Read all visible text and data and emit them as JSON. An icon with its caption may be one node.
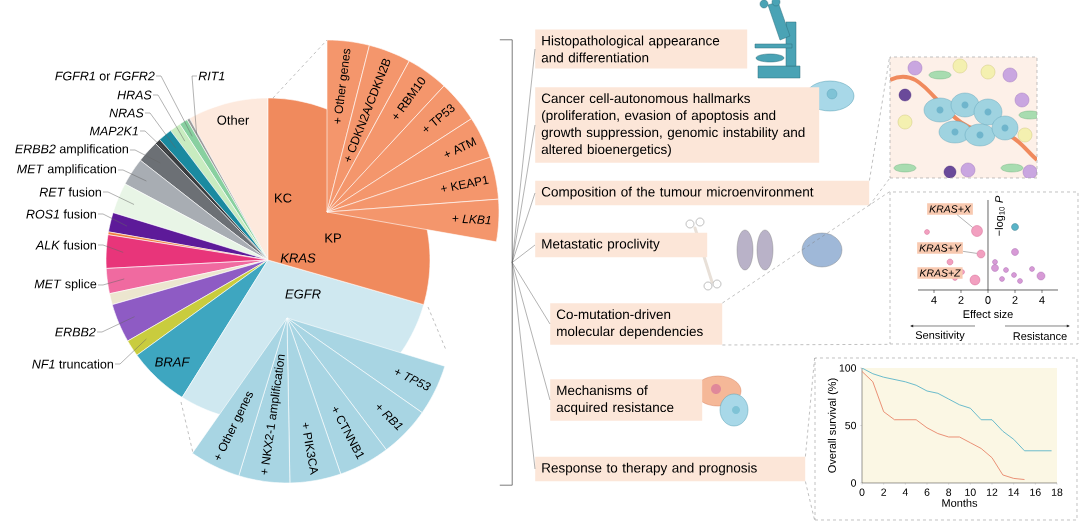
{
  "diagram": {
    "nodes": [
      {
        "text": [
          "*FGFR1* or *FGFR2*"
        ]
      },
      {
        "text": [
          "RIT1"
        ]
      },
      {
        "text": [
          "HRAS"
        ]
      },
      {
        "text": [
          "NRAS"
        ]
      },
      {
        "text": [
          "MAP2K1"
        ]
      },
      {
        "text": [
          "*ERBB2* amplification"
        ]
      },
      {
        "text": [
          "*MET* amplification"
        ]
      },
      {
        "text": [
          "*RET* fusion"
        ]
      },
      {
        "text": [
          "*ROS1* fusion"
        ]
      },
      {
        "text": [
          "*ALK* fusion"
        ]
      },
      {
        "text": [
          "*MET* splice"
        ]
      },
      {
        "text": [
          "ERBB2"
        ]
      },
      {
        "text": [
          "*NF1* truncation"
        ]
      },
      {
        "text": [
          "Histopathological appearance and differentiation"
        ]
      },
      {
        "text": [
          "Cancer cell-autonomous hallmarks (proliferation, evasion of apoptosis and growth suppression, genomic instability and altered bioenergetics)"
        ]
      },
      {
        "text": [
          "Composition of the tumour microenvironment"
        ]
      },
      {
        "text": [
          "Metastatic proclivity"
        ]
      },
      {
        "text": [
          "Co-mutation-driven molecular dependencies"
        ]
      },
      {
        "text": [
          "Mechanisms of acquired resistance"
        ]
      },
      {
        "text": [
          "Response to therapy and prognosis"
        ]
      },
      {
        "text": [],
        "shape": "picture"
      },
      {
        "text": [],
        "shape": "picture"
      },
      {
        "text": [],
        "shape": "picture"
      },
      {
        "text": [
          "KRAS+X"
        ],
        "in": 21
      },
      {
        "text": [
          "KRAS+Y"
        ],
        "in": 21
      },
      {
        "text": [
          "KRAS+Z"
        ],
        "in": 21
      },
      {
        "text": [],
        "shape": "bar"
      },
      {
        "text": [],
        "shape": "circle",
        "in": 21
      },
      {
        "text": [],
        "shape": "circle",
        "in": 21
      }
    ],
    "edges": [
      {
        "from": 0,
        "to": null,
        "arrow": "none"
      },
      {
        "from": 1,
        "to": null,
        "arrow": "none"
      },
      {
        "from": 2,
        "to": null,
        "arrow": "none"
      },
      {
        "from": 3,
        "to": null,
        "arrow": "none"
      },
      {
        "from": 4,
        "to": null,
        "arrow": "none"
      },
      {
        "from": 5,
        "to": null,
        "arrow": "none"
      },
      {
        "from": 6,
        "to": null,
        "arrow": "none"
      },
      {
        "from": 7,
        "to": null,
        "arrow": "none"
      },
      {
        "from": 8,
        "to": null,
        "arrow": "none"
      },
      {
        "from": 9,
        "to": null,
        "arrow": "none"
      },
      {
        "from": 10,
        "to": null,
        "arrow": "none"
      },
      {
        "from": 11,
        "to": null,
        "arrow": "none"
      },
      {
        "from": 12,
        "to": null,
        "arrow": "none"
      },
      {
        "from": 26,
        "to": 13,
        "arrow": "none"
      },
      {
        "from": 26,
        "to": 14,
        "arrow": "none"
      },
      {
        "from": 26,
        "to": 15,
        "arrow": "none"
      },
      {
        "from": 26,
        "to": 16,
        "arrow": "none"
      },
      {
        "from": 26,
        "to": 17,
        "arrow": "none"
      },
      {
        "from": 26,
        "to": 18,
        "arrow": "none"
      },
      {
        "from": 26,
        "to": 19,
        "arrow": "none"
      },
      {
        "from": 15,
        "to": 20,
        "arrow": "none",
        "style": "dashed"
      },
      {
        "from": 17,
        "to": 21,
        "arrow": "none",
        "style": "dashed"
      },
      {
        "from": 19,
        "to": 22,
        "arrow": "none",
        "style": "dashed"
      },
      {
        "from": 23,
        "to": 27,
        "arrow": "none"
      },
      {
        "from": 24,
        "to": 28,
        "arrow": "none"
      }
    ],
    "labels": [
      "Other",
      "KC",
      "KP",
      "KRAS",
      "EGFR",
      "BRAF",
      "+ Other genes",
      "+ CDKN2A/CDKN2B",
      "+ RBM10",
      "+ TP53",
      "+ ATM",
      "+ KEAP1",
      "+ *LKB1*",
      "+ Other genes",
      "+ NKX2-1 amplification",
      "+ PIK3CA",
      "+ CTNNB1",
      "+ *RB1*",
      "+ *TP53*",
      "−log$_{10}$ *P*",
      "4",
      "2",
      "0",
      "2",
      "4",
      "Effect size",
      "Sensitivity",
      "Resistance"
    ],
    "chart_data": {
      "type": "line",
      "xlabel": "Months",
      "ylabel": "Overall survival (%)",
      "x": [
        0,
        1,
        2,
        3,
        4,
        5,
        6,
        7,
        8,
        9,
        10,
        11,
        12,
        13,
        14,
        15,
        16,
        17.5
      ],
      "series": [
        {
          "color": "#5ab4c8",
          "values": [
            100,
            95,
            92,
            90,
            88,
            85,
            80,
            78,
            73,
            68,
            65,
            55,
            55,
            45,
            38,
            28,
            28,
            28
          ]
        },
        {
          "color": "#e8866a",
          "values": [
            97,
            88,
            62,
            55,
            55,
            55,
            48,
            43,
            40,
            40,
            35,
            30,
            22,
            7,
            4,
            3,
            null,
            null
          ]
        }
      ],
      "xlim": [
        0,
        18
      ],
      "ylim": [
        0,
        100
      ],
      "xticks": [
        0,
        2,
        4,
        6,
        8,
        10,
        12,
        14,
        16,
        18
      ],
      "yticks": [
        0,
        50,
        100
      ]
    }
  }
}
